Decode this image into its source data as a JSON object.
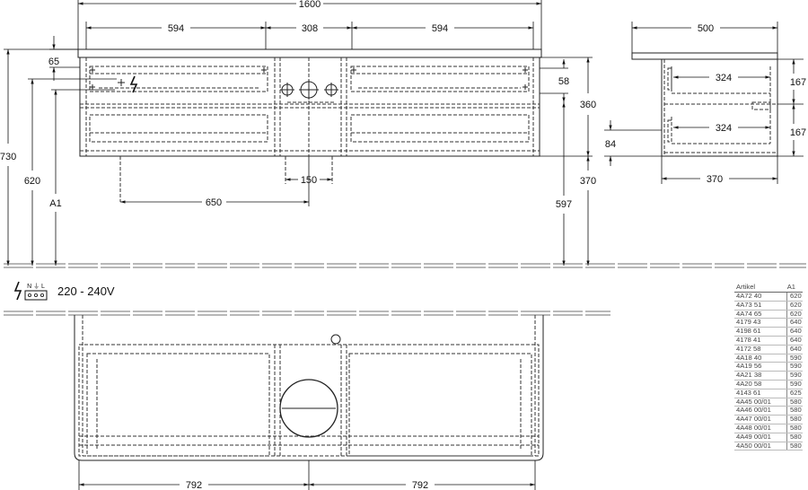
{
  "front_view": {
    "overall_width": "1600",
    "left_drawer_width": "594",
    "center_width": "308",
    "right_drawer_width": "594",
    "top_offset": "65",
    "overall_height_730": "730",
    "height_620": "620",
    "a1_label": "A1",
    "drawer_front_58": "58",
    "body_height": "360",
    "install_370": "370",
    "height_597": "597",
    "dim_84": "84",
    "dim_150": "150",
    "dim_650": "650"
  },
  "side_view": {
    "depth": "500",
    "drawer_depth_top": "324",
    "drawer_depth_bottom": "324",
    "inner_depth": "370",
    "height_top": "167",
    "height_bottom": "167"
  },
  "power": {
    "voltage": "220 - 240V",
    "icon": "electrical-connection-icon",
    "terminals": "N ⏚ L"
  },
  "top_view": {
    "left_width": "792",
    "right_width": "792"
  },
  "article_table": {
    "header_article": "Artikel",
    "header_a1": "A1",
    "rows": [
      {
        "article": "4A72 40",
        "a1": "620"
      },
      {
        "article": "4A73 51",
        "a1": "620"
      },
      {
        "article": "4A74 65",
        "a1": "620"
      },
      {
        "article": "4179 43",
        "a1": "640"
      },
      {
        "article": "4198 61",
        "a1": "640"
      },
      {
        "article": "4178 41",
        "a1": "640"
      },
      {
        "article": "4172 58",
        "a1": "640"
      },
      {
        "article": "4A18 40",
        "a1": "590"
      },
      {
        "article": "4A19 56",
        "a1": "590"
      },
      {
        "article": "4A21 38",
        "a1": "590"
      },
      {
        "article": "4A20 58",
        "a1": "590"
      },
      {
        "article": "4143 61",
        "a1": "625"
      },
      {
        "article": "4A45 00/01",
        "a1": "580"
      },
      {
        "article": "4A46 00/01",
        "a1": "580"
      },
      {
        "article": "4A47 00/01",
        "a1": "580"
      },
      {
        "article": "4A48 00/01",
        "a1": "580"
      },
      {
        "article": "4A49 00/01",
        "a1": "580"
      },
      {
        "article": "4A50 00/01",
        "a1": "580"
      }
    ]
  }
}
